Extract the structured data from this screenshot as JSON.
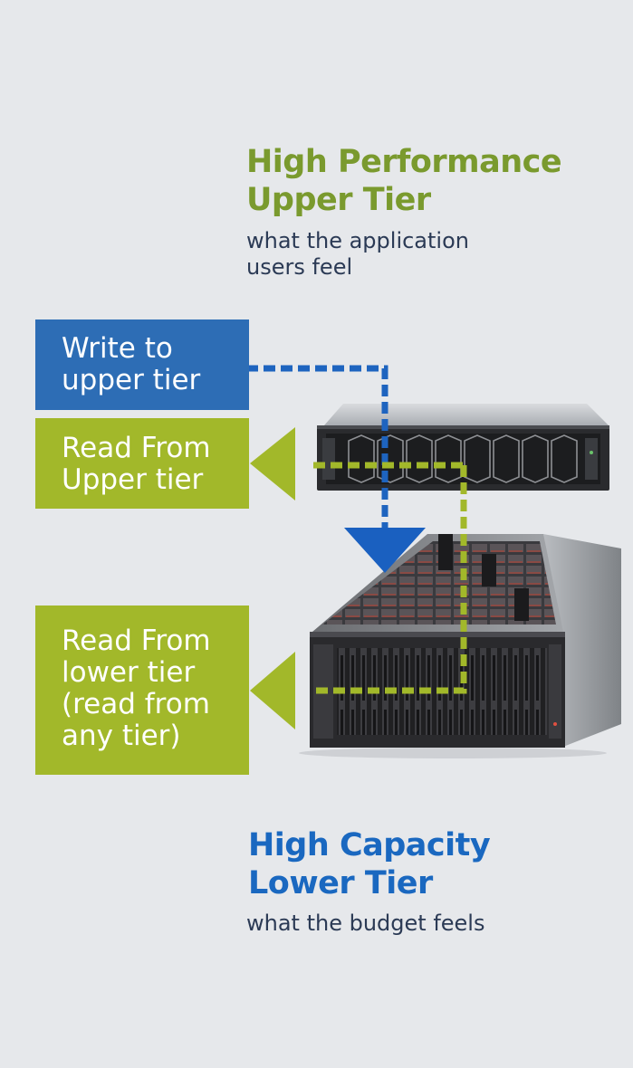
{
  "upper_tier": {
    "title_line1": "High Performance",
    "title_line2": "Upper Tier",
    "subtitle_line1": "what the application",
    "subtitle_line2": "users feel",
    "color": "#7a9a2e"
  },
  "lower_tier": {
    "title_line1": "High Capacity",
    "title_line2": "Lower Tier",
    "subtitle_line1": "what the budget feels",
    "color": "#1a68c0"
  },
  "boxes": {
    "write_upper": {
      "line1": "Write to",
      "line2": "upper tier",
      "color": "#2d6db5"
    },
    "read_upper": {
      "line1": "Read From",
      "line2": "Upper tier",
      "color": "#a2b82a"
    },
    "read_lower": {
      "line1": "Read From",
      "line2": "lower tier",
      "line3": "(read from",
      "line4": "any tier)",
      "color": "#a2b82a"
    }
  },
  "icons": [
    "server-1u-rack-icon",
    "storage-jbod-chassis-icon",
    "arrow-down-icon",
    "arrow-left-icon"
  ]
}
